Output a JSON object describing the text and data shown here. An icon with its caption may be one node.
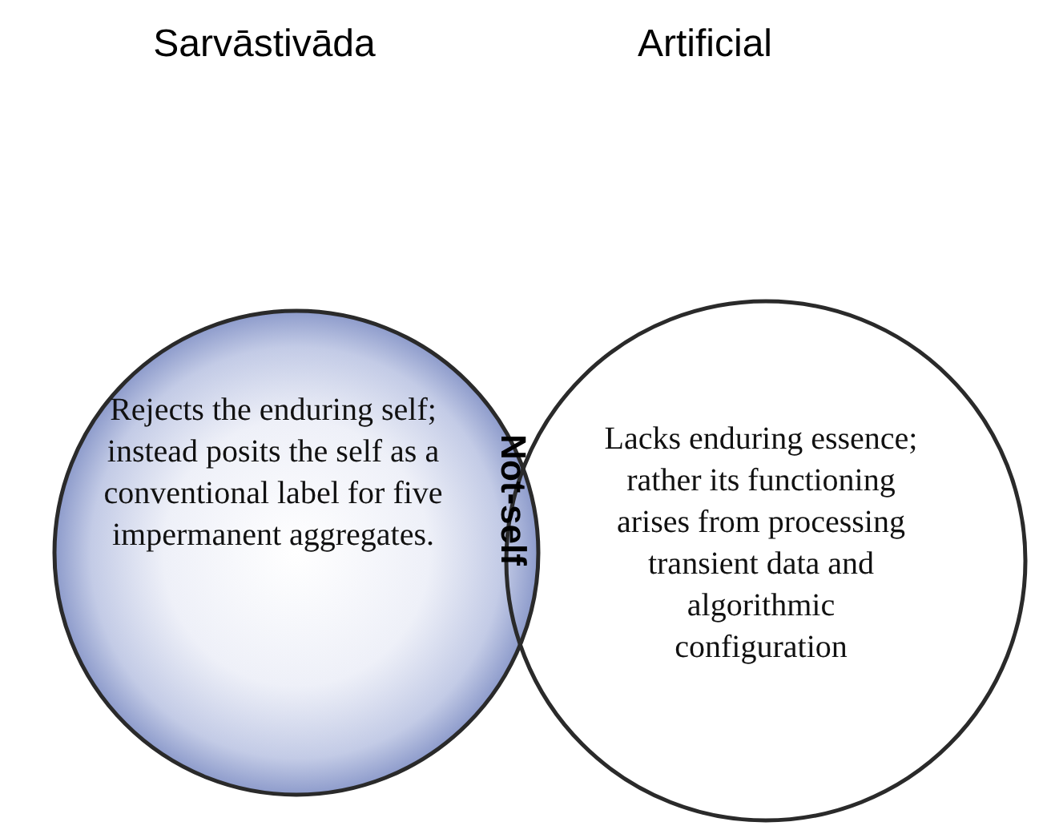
{
  "diagram": {
    "nodes": [
      {
        "text": [
          "Rejects the enduring self; instead posits the self as a conventional label for  five impermanent aggregates."
        ]
      },
      {
        "text": [
          "Lacks enduring essence; rather its functioning arises from processing transient data and algorithmic configuration"
        ]
      }
    ],
    "edges": [],
    "labels": [
      "Sarvāstivāda",
      "Artificial",
      "Not-self"
    ]
  }
}
